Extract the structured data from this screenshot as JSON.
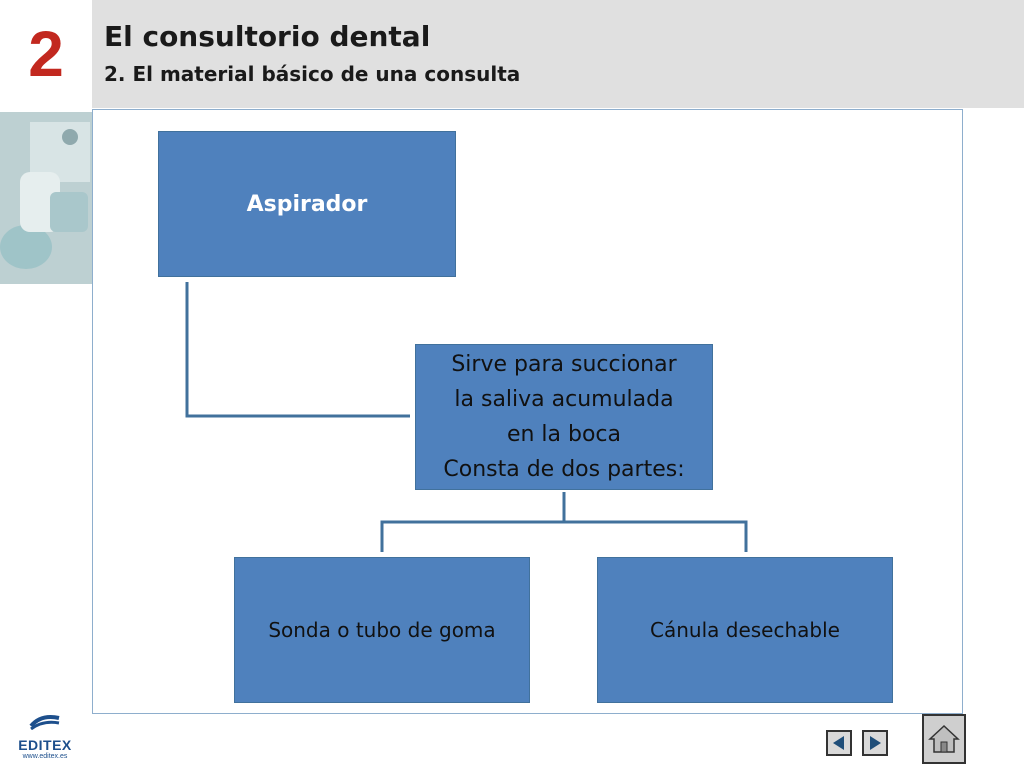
{
  "header": {
    "chapter_number": "2",
    "title": "El consultorio dental",
    "subtitle": "2. El material básico de una consulta"
  },
  "diagram": {
    "root": "Aspirador",
    "description": "Sirve para succionar\n la saliva acumulada\nen la boca\n Consta de dos partes:",
    "parts": [
      "Sonda o tubo de goma",
      "Cánula desechable"
    ]
  },
  "logo": {
    "name": "EDITEX",
    "url": "www.editex.es"
  },
  "colors": {
    "box_fill": "#4f81bd",
    "accent": "#c2281f",
    "header_bg": "#e0e0e0"
  },
  "nav": {
    "prev_icon": "left-triangle",
    "next_icon": "right-triangle",
    "home_icon": "house"
  }
}
